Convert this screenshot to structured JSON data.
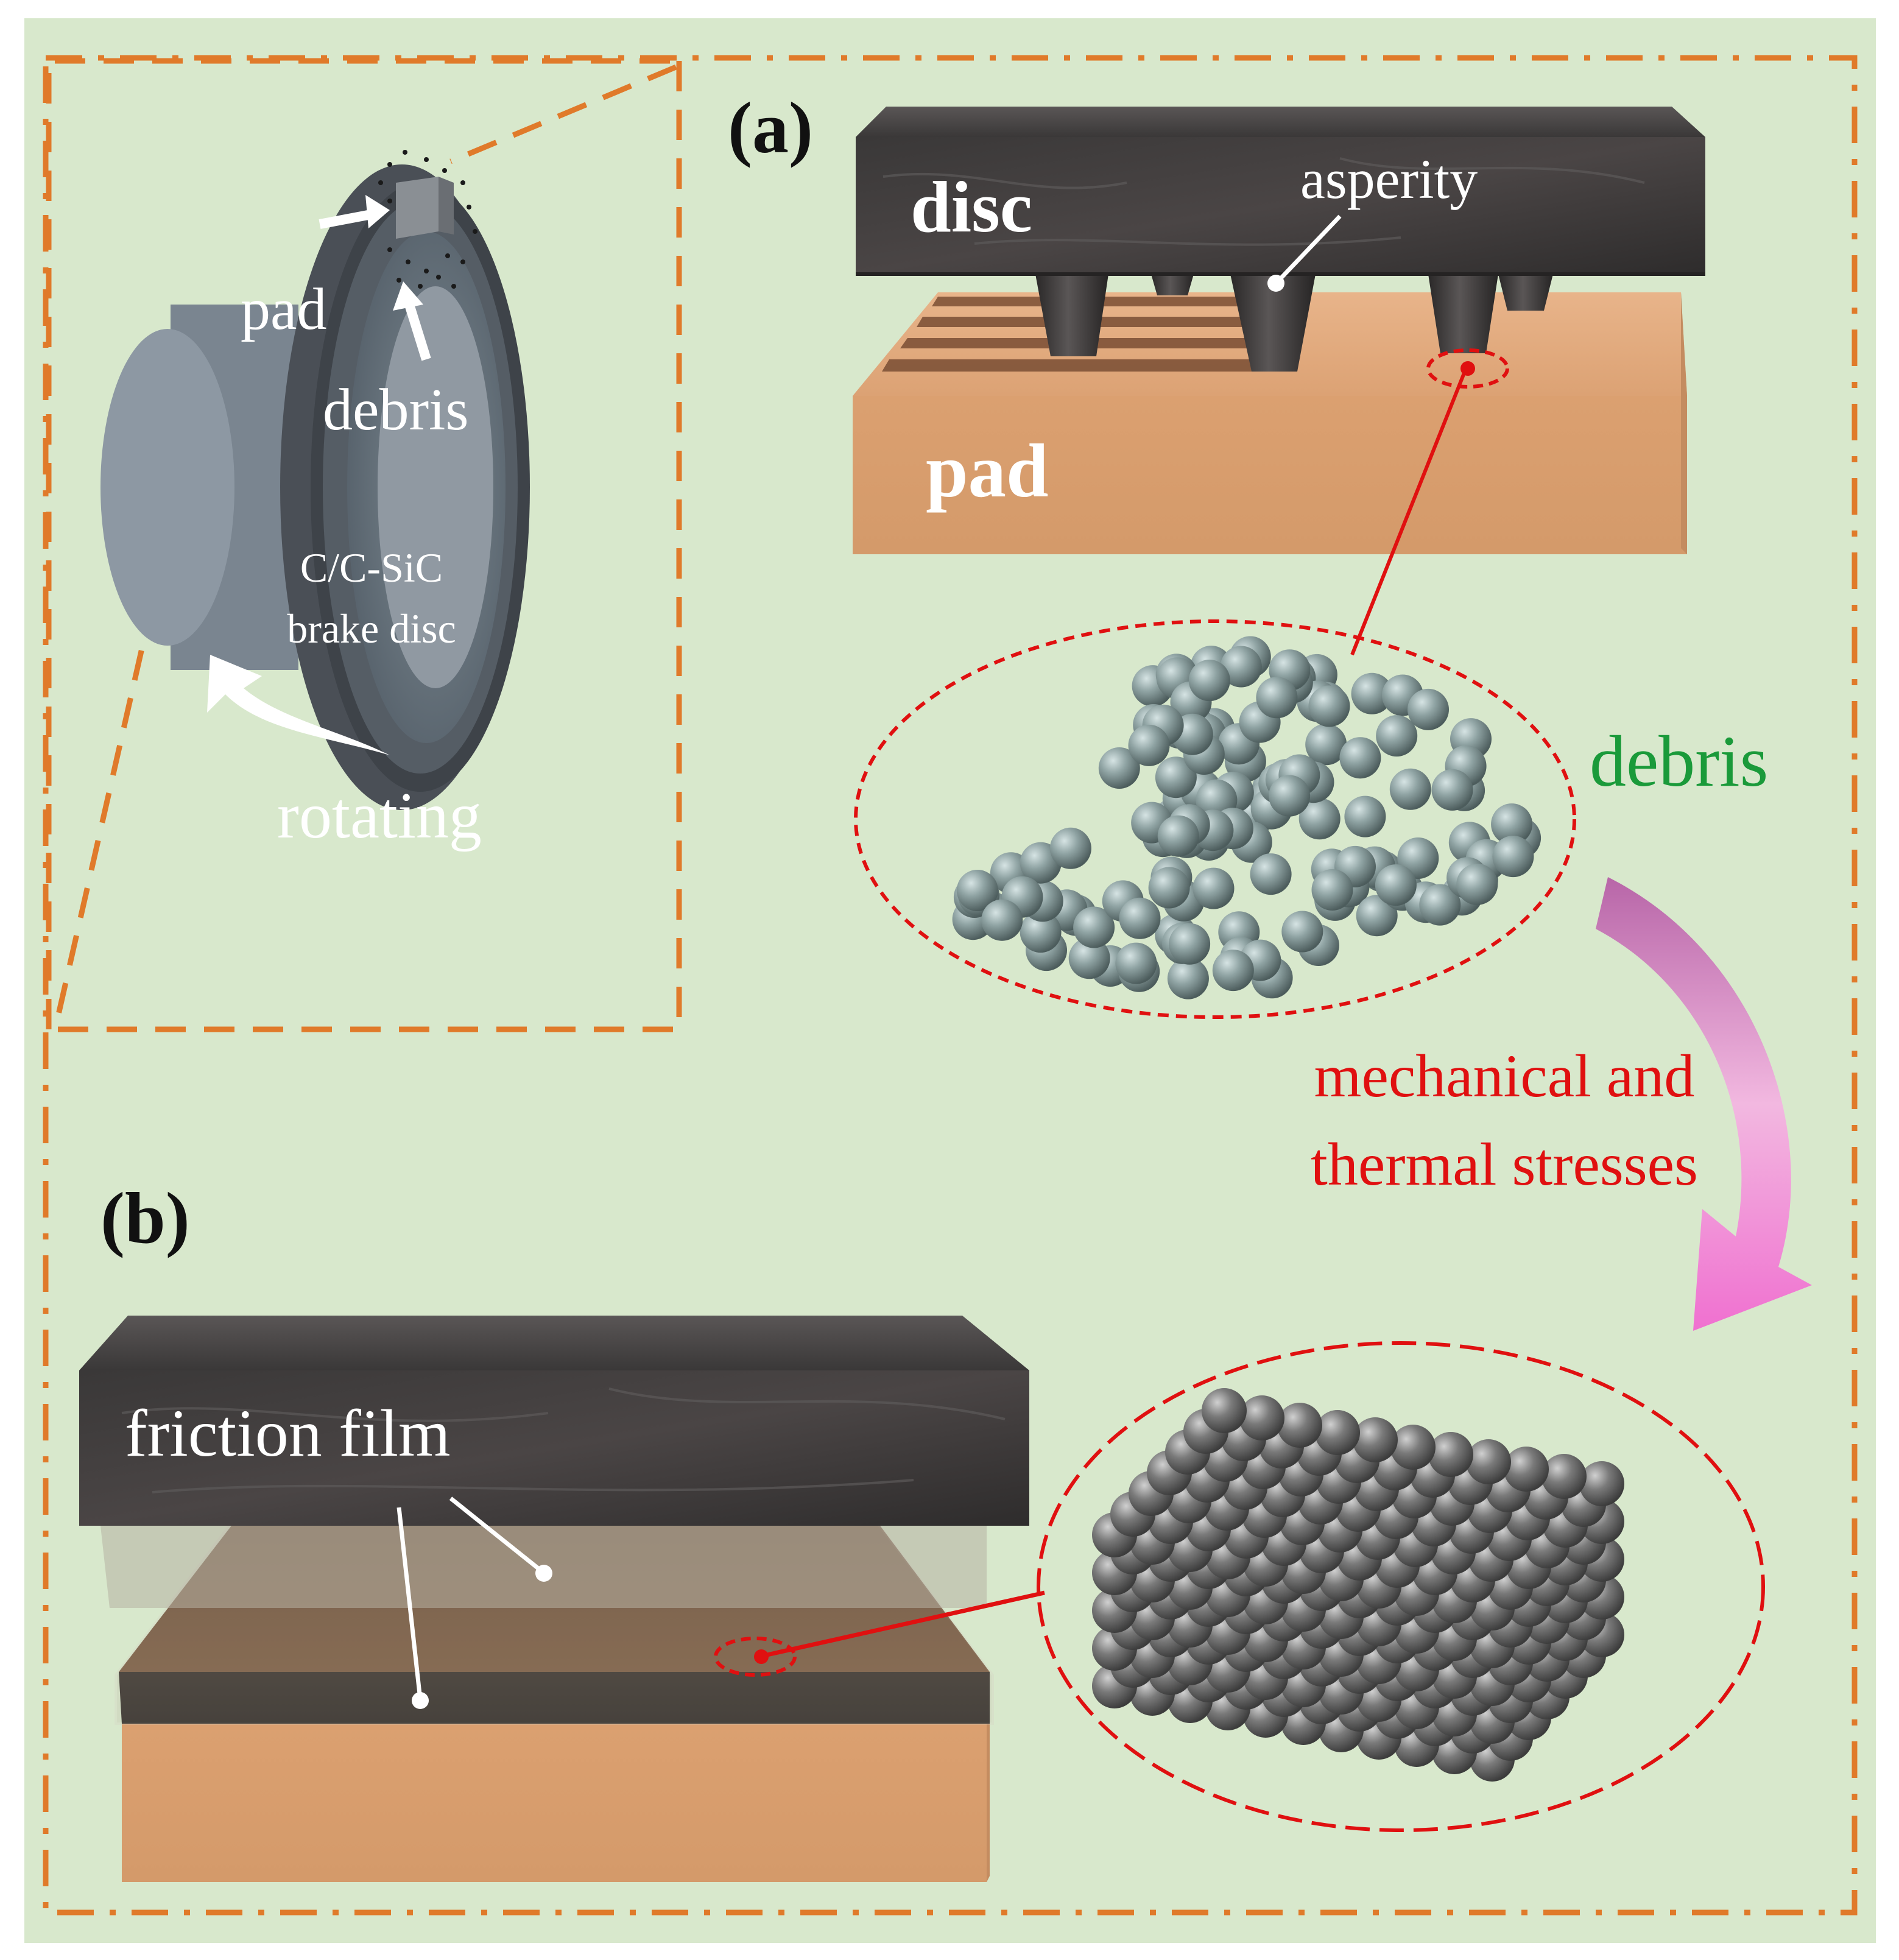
{
  "panel_labels": {
    "a": "(a)",
    "b": "(b)"
  },
  "inset": {
    "pad": "pad",
    "debris": "debris",
    "disc_line1": "C/C-SiC",
    "disc_line2": "brake disc",
    "rotating": "rotating"
  },
  "panel_a": {
    "disc": "disc",
    "asperity": "asperity",
    "pad": "pad",
    "debris": "debris"
  },
  "stress_label": {
    "line1": "mechanical and",
    "line2": "thermal stresses"
  },
  "panel_b": {
    "friction_film": "friction film"
  },
  "colors": {
    "background": "#d8e8cc",
    "frame": "#e07a2a",
    "disc": "#3e3c3c",
    "pad": "#dca274",
    "particle": "#8fa3a3",
    "packed_particle": "#7a7a7a",
    "highlight": "#e01010",
    "debris_text": "#1a9a3a",
    "arrow_start": "#b866a8",
    "arrow_end": "#f070d0"
  }
}
